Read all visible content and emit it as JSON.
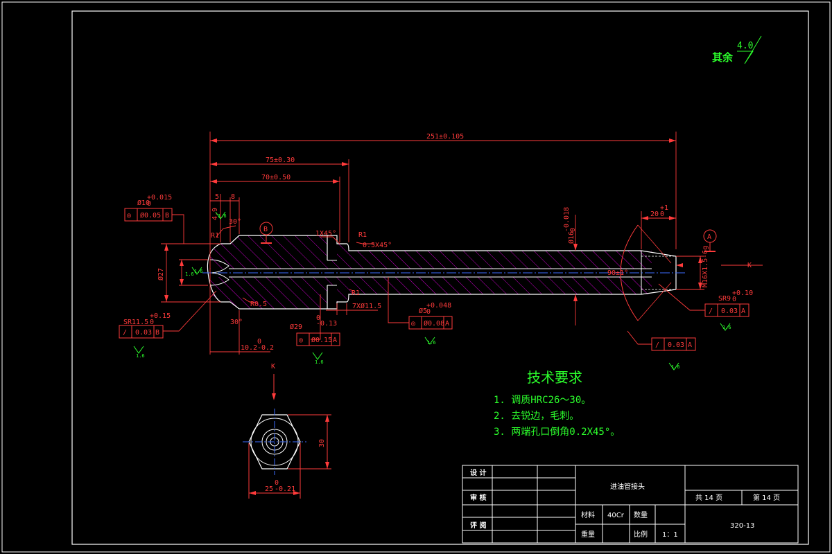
{
  "roughness": {
    "prefix": "其余",
    "value": "4.0"
  },
  "dims": {
    "overall": "251±0.105",
    "d75": "75±0.30",
    "d70": "70±0.50",
    "d5": "5",
    "d8": "8",
    "d4": "4.9",
    "ang30_top": "30°",
    "ang30_bot": "30°",
    "r1_left": "R1",
    "dia27": "Ø27",
    "r05": "R0.5",
    "dia29": "Ø29",
    "dia29_tol": "-0.13",
    "dia29_tol0": "0",
    "len102": "10.2",
    "len102_tol": "-0.2",
    "len102_tol0": "0",
    "cham_1x45": "1X45°",
    "r1_top": "R1",
    "cham_05": "0.5X45°",
    "r1_bot": "R1",
    "thread7": "7XØ11.5",
    "dia5": "Ø5",
    "dia5_tol": "+0.048",
    "dia5_tol0": "0",
    "dia16": "Ø16",
    "dia16_tol": "-0.018",
    "dia16_tol0": "0",
    "len20": "20",
    "len20_tol": "+1",
    "len20_tol0": "0",
    "ang90": "90±1°",
    "thread_m": "M16X1.5-6g",
    "dia10": "Ø10",
    "dia10_tol": "+0.015",
    "dia10_tol0": "0",
    "sr115": "SR11.5",
    "sr115_tol": "+0.15",
    "sr115_tol0": "0",
    "sr9": "SR9",
    "sr9_tol": "+0.10",
    "sr9_tol0": "0",
    "hex_h": "30",
    "hex_w": "25",
    "hex_w_tol": "-0.21",
    "hex_w_tol0": "0",
    "view_k_top": "K",
    "view_k_side": "K"
  },
  "datums": {
    "a": "A",
    "b": "B"
  },
  "tolerances": {
    "t1": {
      "sym": "◎",
      "val": "Ø0.05",
      "ref": "B"
    },
    "t2": {
      "sym": "/",
      "val": "0.03",
      "ref": "B"
    },
    "t3": {
      "sym": "◎",
      "val": "Ø0.15",
      "ref": "A"
    },
    "t4": {
      "sym": "◎",
      "val": "Ø0.08",
      "ref": "A"
    },
    "t5": {
      "sym": "/",
      "val": "0.03",
      "ref": "A"
    },
    "t6": {
      "sym": "/",
      "val": "0.03",
      "ref": "A"
    }
  },
  "finish": {
    "f1": "1.6",
    "f2": "1.6",
    "f3": "1.6",
    "f4": "1.6",
    "f5": "1.6",
    "f6": "1.6",
    "f7": "1.6",
    "f8": "1.6"
  },
  "tech": {
    "title": "技术要求",
    "items": [
      "1. 调质HRC26～30。",
      "2. 去锐边，毛刺。",
      "3. 两端孔口倒角0.2X45°。"
    ]
  },
  "title_block": {
    "design": "设 计",
    "check": "审 核",
    "approve": "评 阅",
    "part_name": "进油管接头",
    "material_label": "材料",
    "material": "40Cr",
    "qty_label": "数量",
    "weight_label": "重量",
    "scale_label": "比例",
    "scale": "1：1",
    "total_pages": "共 14 页",
    "page": "第 14 页",
    "drawing_no": "320-13"
  },
  "colors": {
    "outline": "#ffffff",
    "dimension": "#ff3b3b",
    "text_green": "#2cff2c",
    "hatch": "#c800c8",
    "centerline": "#3c6cff",
    "background": "#000000"
  }
}
